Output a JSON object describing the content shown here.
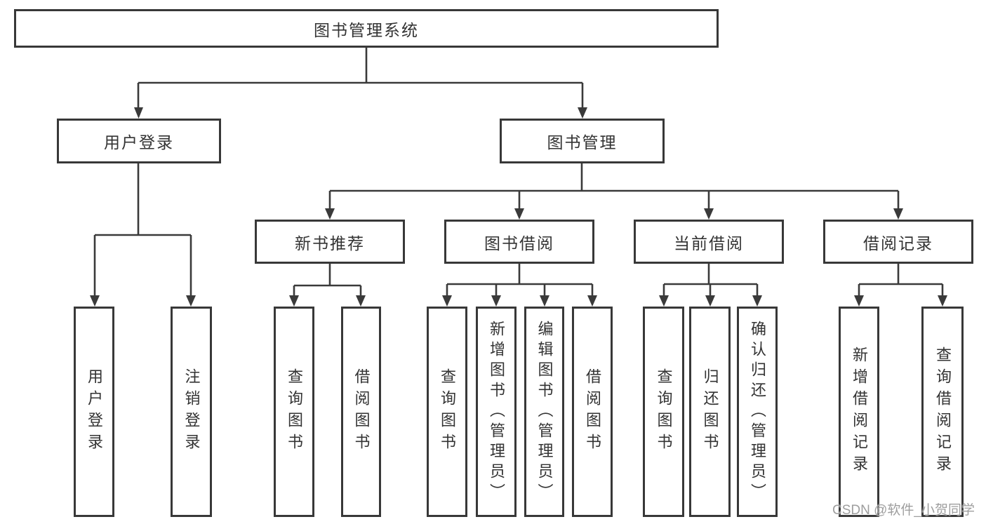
{
  "nodes": {
    "root": "图书管理系统",
    "user_login": "用户登录",
    "book_management": "图书管理",
    "new_book_recommend": "新书推荐",
    "book_borrow": "图书借阅",
    "current_borrow": "当前借阅",
    "borrow_records": "借阅记录",
    "ul_user_login": "用户登录",
    "ul_logout": "注销登录",
    "nb_query_books": "查询图书",
    "nb_borrow_books": "借阅图书",
    "bb_query_books": "查询图书",
    "bb_add_books": "新增图书（管理员）",
    "bb_edit_books": "编辑图书（管理员）",
    "bb_borrow_books": "借阅图书",
    "cb_query_books": "查询图书",
    "cb_return_books": "归还图书",
    "cb_confirm_return": "确认归还（管理员）",
    "br_add_record": "新增借阅记录",
    "br_query_record": "查询借阅记录"
  },
  "watermark": "CSDN @软件_小贺同学",
  "colors": {
    "line": "#3a3a3a",
    "box_border": "#383838",
    "text": "#333333",
    "watermark": "#9e9e9e"
  }
}
